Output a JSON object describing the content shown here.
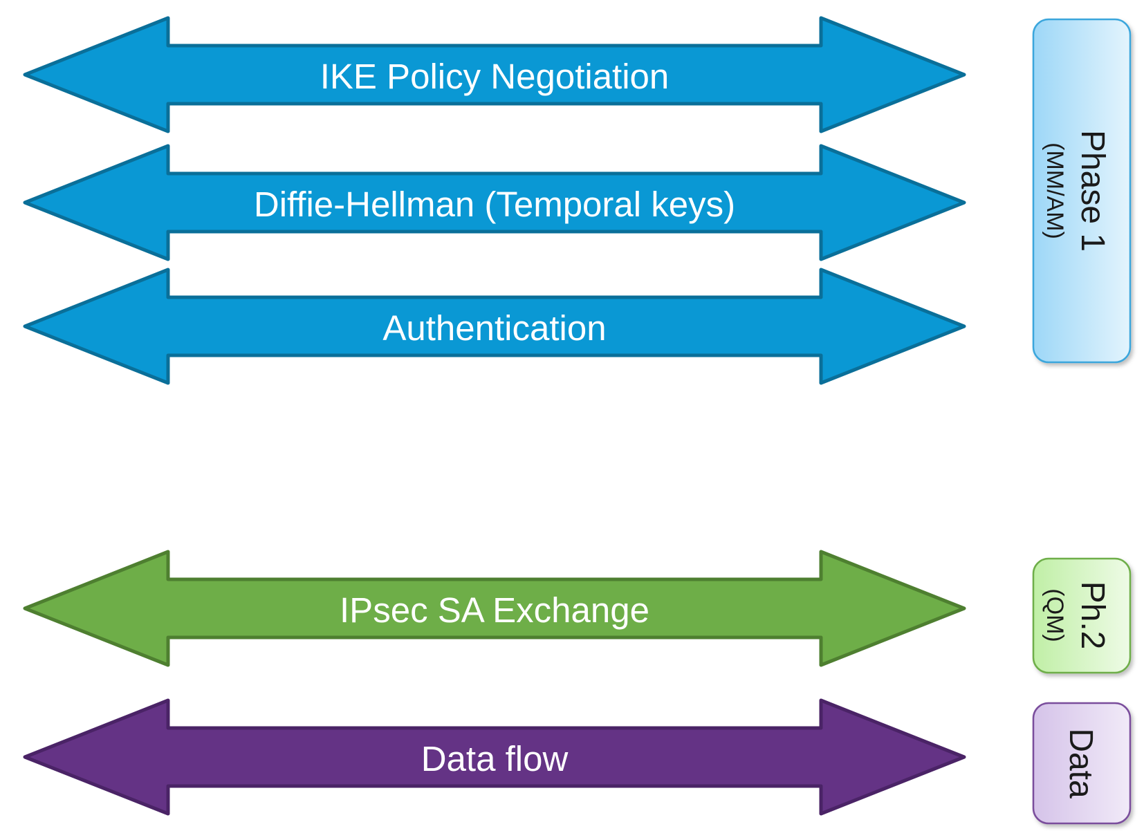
{
  "arrows": [
    {
      "label": "IKE Policy Negotiation",
      "fill": "#0a98d4",
      "stroke": "#0a6f99"
    },
    {
      "label": "Diffie-Hellman (Temporal keys)",
      "fill": "#0a98d4",
      "stroke": "#0a6f99"
    },
    {
      "label": "Authentication",
      "fill": "#0a98d4",
      "stroke": "#0a6f99"
    },
    {
      "label": "IPsec SA Exchange",
      "fill": "#6eae48",
      "stroke": "#4e7f30"
    },
    {
      "label": "Data flow",
      "fill": "#643385",
      "stroke": "#4a2366"
    }
  ],
  "phases": [
    {
      "title": "Phase 1",
      "subtitle": "(MM/AM)",
      "colors": [
        "#9dd7f7",
        "#e3f4fd"
      ],
      "border": "#3aa6dc"
    },
    {
      "title": "Ph.2",
      "subtitle": "(QM)",
      "colors": [
        "#c0efa6",
        "#eefbe6"
      ],
      "border": "#6eae48"
    },
    {
      "title": "Data",
      "subtitle": "",
      "colors": [
        "#d5c3e9",
        "#f1eaf8"
      ],
      "border": "#7a4d9c"
    }
  ]
}
